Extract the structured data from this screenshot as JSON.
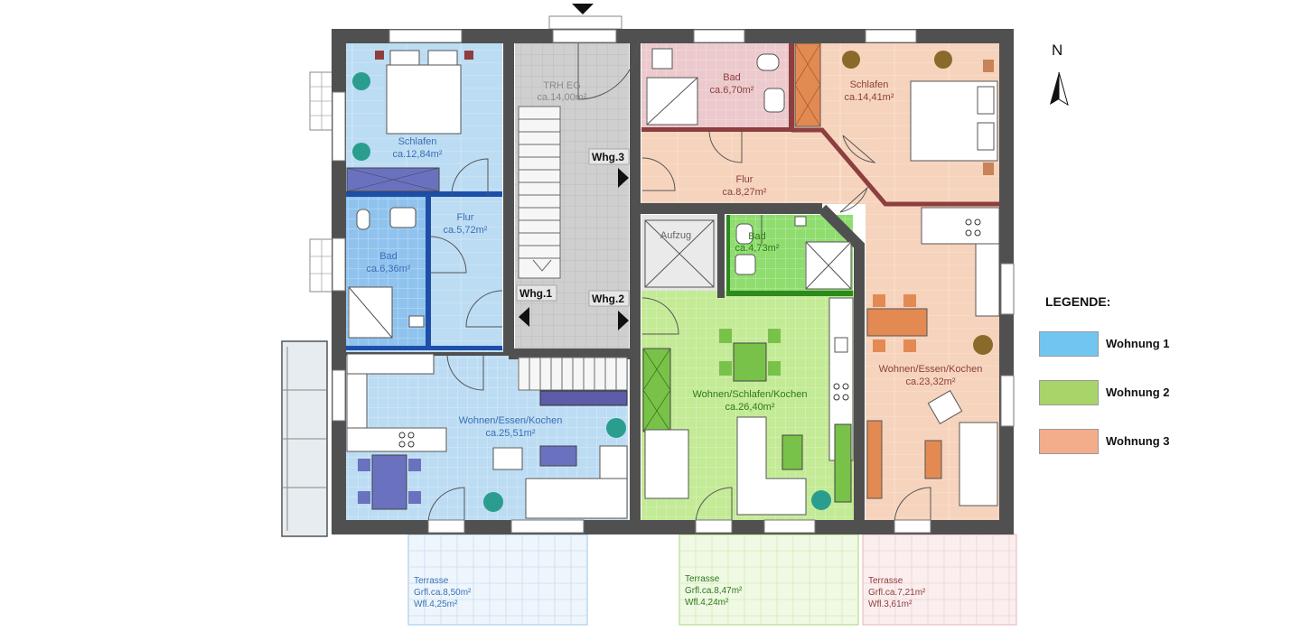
{
  "colors": {
    "w1": "#bcdcf3",
    "w2": "#c3ea95",
    "w3": "#f6d3bc",
    "stair": "#cfcfcf",
    "bath3": "#ecc9cc",
    "wall": "#505050",
    "legend_w1": "#71c6f1",
    "legend_w2": "#a8d569",
    "legend_w3": "#f4ad8a"
  },
  "north": "N",
  "rooms": {
    "w1_schlafen": {
      "name": "Schlafen",
      "area": "ca.12,84m²"
    },
    "w1_flur": {
      "name": "Flur",
      "area": "ca.5,72m²"
    },
    "w1_bad": {
      "name": "Bad",
      "area": "ca.6,36m²"
    },
    "w1_wohnen": {
      "name": "Wohnen/Essen/Kochen",
      "area": "ca.25,51m²"
    },
    "trh": {
      "name": "TRH EG",
      "area": "ca.14,00m²"
    },
    "aufzug": {
      "name": "Aufzug"
    },
    "w2_bad": {
      "name": "Bad",
      "area": "ca.4,73m²"
    },
    "w2_wohnen": {
      "name": "Wohnen/Schlafen/Kochen",
      "area": "ca.26,40m²"
    },
    "w3_bad": {
      "name": "Bad",
      "area": "ca.6,70m²"
    },
    "w3_flur": {
      "name": "Flur",
      "area": "ca.8,27m²"
    },
    "w3_schlafen": {
      "name": "Schlafen",
      "area": "ca.14,41m²"
    },
    "w3_wohnen": {
      "name": "Wohnen/Essen/Kochen",
      "area": "ca.23,32m²"
    }
  },
  "entrances": {
    "whg1": "Whg.1",
    "whg2": "Whg.2",
    "whg3": "Whg.3"
  },
  "terraces": {
    "t1": {
      "name": "Terrasse",
      "grfl": "Grfl.ca.8,50m²",
      "wfl": "Wfl.4,25m²"
    },
    "t2": {
      "name": "Terrasse",
      "grfl": "Grfl.ca.8,47m²",
      "wfl": "Wfl.4,24m²"
    },
    "t3": {
      "name": "Terrasse",
      "grfl": "Grfl.ca.7,21m²",
      "wfl": "Wfl.3,61m²"
    }
  },
  "legend": {
    "title": "LEGENDE:",
    "items": [
      {
        "label": "Wohnung 1",
        "color": "#71c6f1"
      },
      {
        "label": "Wohnung 2",
        "color": "#a8d569"
      },
      {
        "label": "Wohnung 3",
        "color": "#f4ad8a"
      }
    ]
  }
}
